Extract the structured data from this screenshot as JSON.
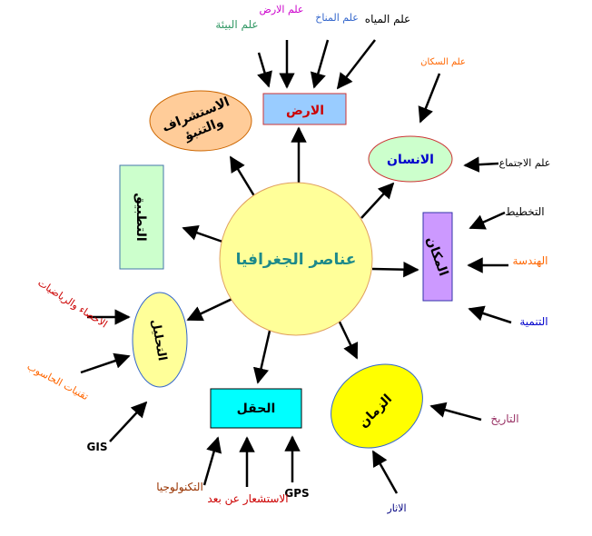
{
  "center": {
    "label": "عناصر الجغرافيا",
    "fill": "#FFFF99",
    "stroke": "#E0A060",
    "text_color": "#1E8A8A"
  },
  "nodes": {
    "earth": {
      "label": "الارض",
      "fill": "#99CCFF",
      "text_color": "#CC0000"
    },
    "human": {
      "label": "الانسان",
      "fill": "#CCFFCC",
      "text_color": "#0000CC"
    },
    "place": {
      "label": "المكان",
      "fill": "#CC99FF",
      "text_color": "#000000"
    },
    "time": {
      "label": "الزمان",
      "fill": "#FFFF00",
      "text_color": "#000000"
    },
    "field": {
      "label": "الحقل",
      "fill": "#00FFFF",
      "text_color": "#000000"
    },
    "analysis": {
      "label": "التحليل",
      "fill": "#FFFF99",
      "text_color": "#000000"
    },
    "applied": {
      "label": "التطبيق",
      "fill": "#CCFFCC",
      "text_color": "#000000"
    },
    "foresight": {
      "label": "الاستشراف والتنبؤ",
      "line1": "الاستشراف",
      "line2": "والتنبؤ",
      "fill": "#FFCC99",
      "text_color": "#000000"
    }
  },
  "labels": {
    "environment_science": {
      "text": "علم البيئة",
      "color": "#339966"
    },
    "earth_science": {
      "text": "علم الارض",
      "color": "#CC00CC"
    },
    "climate_science": {
      "text": "علم المناخ",
      "color": "#3366CC"
    },
    "water_science": {
      "text": "علم المياه",
      "color": "#000000"
    },
    "population_science": {
      "text": "علم السكان",
      "color": "#FF6600"
    },
    "sociology": {
      "text": "علم الاجتماع",
      "color": "#000000"
    },
    "planning": {
      "text": "التخطيط",
      "color": "#000000"
    },
    "engineering": {
      "text": "الهندسة",
      "color": "#FF6600"
    },
    "development": {
      "text": "التنمية",
      "color": "#0000CC"
    },
    "history": {
      "text": "التاريخ",
      "color": "#993366"
    },
    "archaeology": {
      "text": "الاثار",
      "color": "#000080"
    },
    "gps": {
      "text": "GPS",
      "color": "#000000"
    },
    "remote_sensing": {
      "text": "الاستشعار عن بعد",
      "color": "#CC0000"
    },
    "technology": {
      "text": "التكنولوجيا",
      "color": "#993300"
    },
    "gis": {
      "text": "GIS",
      "color": "#000000"
    },
    "computer_techniques": {
      "text": "تقنيات الحاسوب",
      "color": "#FF6600"
    },
    "statistics_math": {
      "text": "الاحصاء والرياضيات",
      "color": "#CC0000"
    }
  }
}
